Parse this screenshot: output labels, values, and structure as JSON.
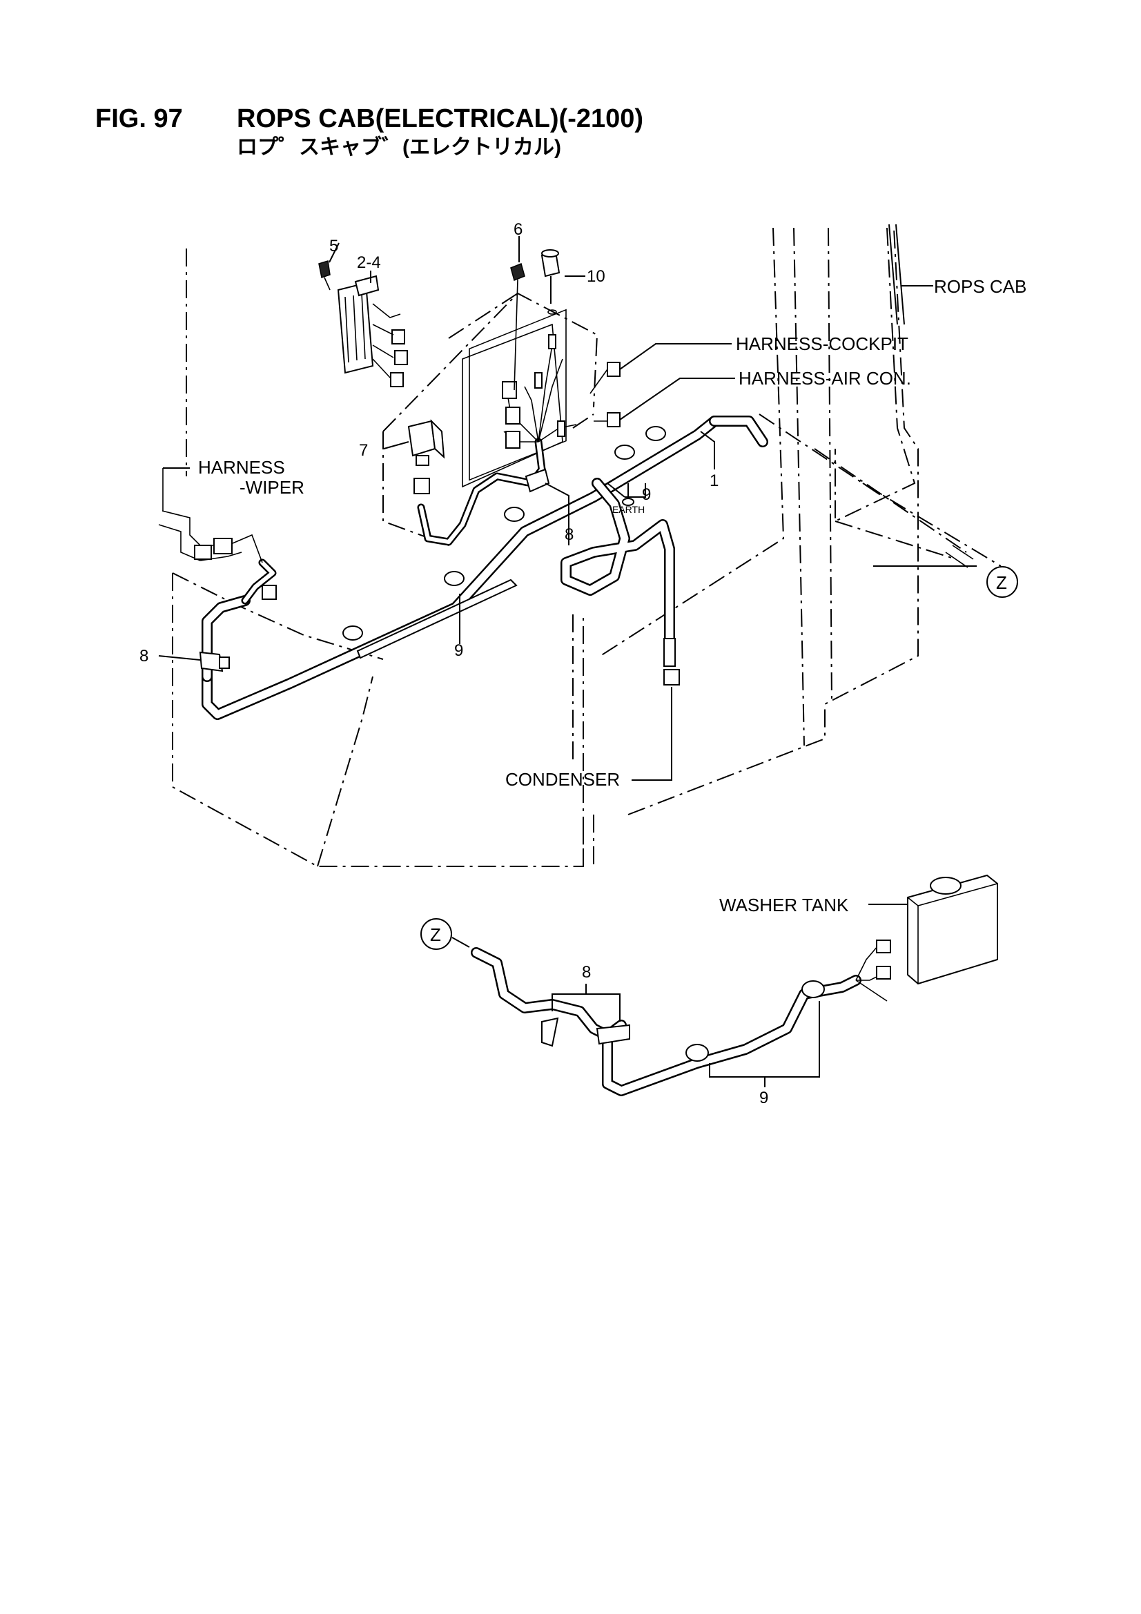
{
  "figure": {
    "number": "FIG. 97",
    "title": "ROPS CAB(ELECTRICAL)(-2100)",
    "subtitle": "ロプ゜スキャブ゛(エレクトリカル)"
  },
  "labels": {
    "rops_cab": "ROPS CAB",
    "harness_cockpit": "HARNESS-COCKPIT",
    "harness_aircon": "HARNESS-AIR CON.",
    "harness_wiper_1": "HARNESS",
    "harness_wiper_2": "-WIPER",
    "condenser": "CONDENSER",
    "washer_tank": "WASHER TANK",
    "earth": "EARTH",
    "ref_z": "Z"
  },
  "callouts": {
    "c1": "1",
    "c24": "2-4",
    "c5": "5",
    "c6": "6",
    "c7": "7",
    "c8": "8",
    "c9": "9",
    "c10": "10"
  }
}
